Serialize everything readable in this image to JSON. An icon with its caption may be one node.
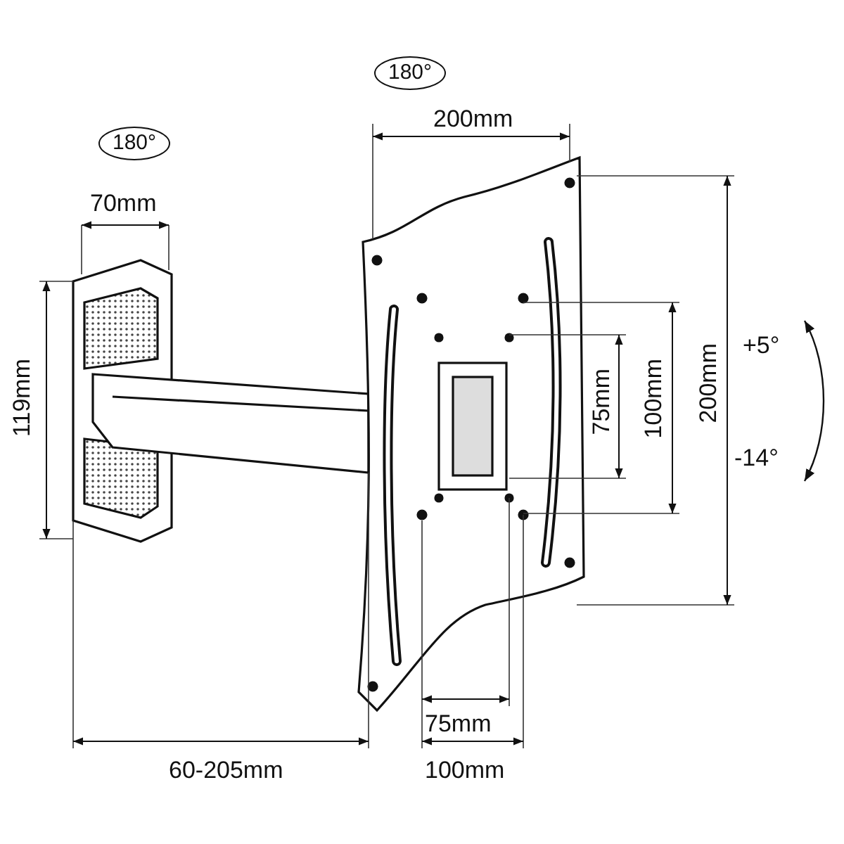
{
  "diagram": {
    "labels": [
      "180°",
      "200mm",
      "180°",
      "70mm",
      "+5°",
      "119mm",
      "75mm",
      "100mm",
      "200mm",
      "-14°",
      "75mm",
      "60-205mm",
      "100mm"
    ]
  }
}
